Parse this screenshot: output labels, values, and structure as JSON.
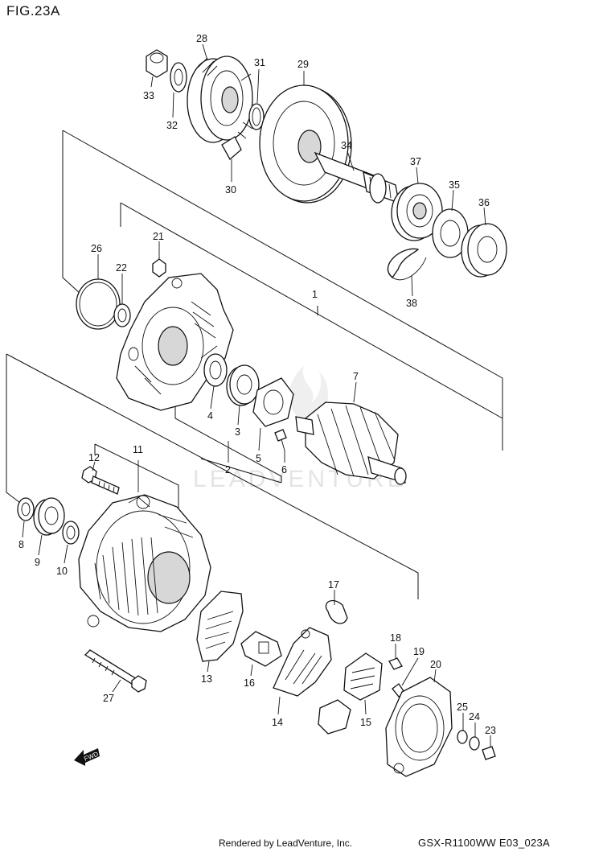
{
  "figure": {
    "title": "FIG.23A"
  },
  "callouts": [
    {
      "id": "c1",
      "text": "1"
    },
    {
      "id": "c2",
      "text": "2"
    },
    {
      "id": "c3",
      "text": "3"
    },
    {
      "id": "c4",
      "text": "4"
    },
    {
      "id": "c5",
      "text": "5"
    },
    {
      "id": "c6",
      "text": "6"
    },
    {
      "id": "c7",
      "text": "7"
    },
    {
      "id": "c8",
      "text": "8"
    },
    {
      "id": "c9",
      "text": "9"
    },
    {
      "id": "c10",
      "text": "10"
    },
    {
      "id": "c11",
      "text": "11"
    },
    {
      "id": "c12",
      "text": "12"
    },
    {
      "id": "c13",
      "text": "13"
    },
    {
      "id": "c14",
      "text": "14"
    },
    {
      "id": "c15",
      "text": "15"
    },
    {
      "id": "c16",
      "text": "16"
    },
    {
      "id": "c17",
      "text": "17"
    },
    {
      "id": "c18",
      "text": "18"
    },
    {
      "id": "c19",
      "text": "19"
    },
    {
      "id": "c20",
      "text": "20"
    },
    {
      "id": "c21",
      "text": "21"
    },
    {
      "id": "c22",
      "text": "22"
    },
    {
      "id": "c23",
      "text": "23"
    },
    {
      "id": "c24",
      "text": "24"
    },
    {
      "id": "c25",
      "text": "25"
    },
    {
      "id": "c26",
      "text": "26"
    },
    {
      "id": "c27",
      "text": "27"
    },
    {
      "id": "c28",
      "text": "28"
    },
    {
      "id": "c29",
      "text": "29"
    },
    {
      "id": "c30",
      "text": "30"
    },
    {
      "id": "c31",
      "text": "31"
    },
    {
      "id": "c32",
      "text": "32"
    },
    {
      "id": "c33",
      "text": "33"
    },
    {
      "id": "c34",
      "text": "34"
    },
    {
      "id": "c35",
      "text": "35"
    },
    {
      "id": "c36",
      "text": "36"
    },
    {
      "id": "c37",
      "text": "37"
    },
    {
      "id": "c38",
      "text": "38"
    }
  ],
  "direction_marker": {
    "text": "FWD",
    "icon": "forward-arrow-icon"
  },
  "watermark": {
    "text": "LEADVENTURE",
    "icon": "flame-logo-icon"
  },
  "footer": {
    "credit": "Rendered by LeadVenture, Inc.",
    "drawing_code": "GSX-R1100WW  E03_023A"
  }
}
